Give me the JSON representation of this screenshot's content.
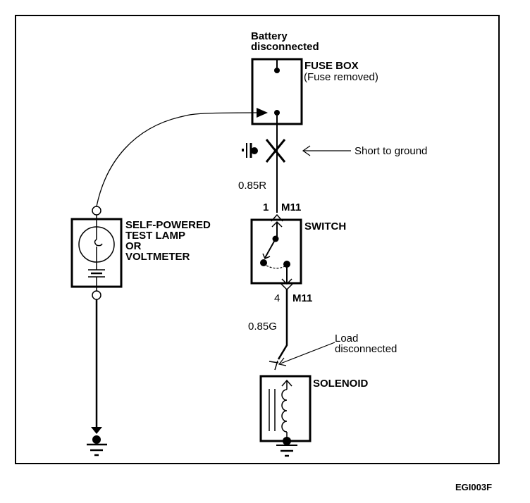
{
  "diagram": {
    "type": "wiring-diagram",
    "figure_code": "EGI003F",
    "components": {
      "fuse_box": {
        "label": "FUSE BOX",
        "note": "(Fuse removed)",
        "top_note": "Battery\ndisconnected"
      },
      "short": {
        "label": "Short to ground"
      },
      "test_lamp": {
        "label": "SELF-POWERED\nTEST LAMP\nOR\nVOLTMETER"
      },
      "switch": {
        "label": "SWITCH",
        "connector_top": {
          "pin": "1",
          "name": "M11"
        },
        "connector_bottom": {
          "pin": "4",
          "name": "M11"
        }
      },
      "solenoid": {
        "label": "SOLENOID",
        "note": "Load\ndisconnected"
      }
    },
    "wires": [
      {
        "id": "w1",
        "label": "0.85R",
        "from": "fuse_box",
        "to": "switch"
      },
      {
        "id": "w2",
        "label": "0.85G",
        "from": "switch",
        "to": "solenoid"
      }
    ]
  }
}
